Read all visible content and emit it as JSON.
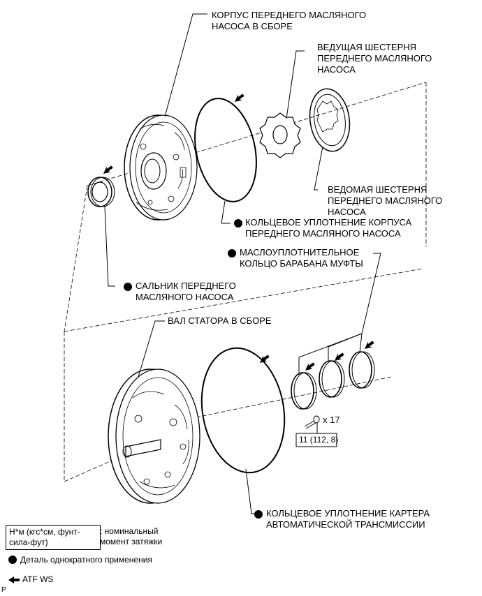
{
  "labels": {
    "front_pump_body": "КОРПУС ПЕРЕДНЕГО МАСЛЯНОГО\nНАСОСА В СБОРЕ",
    "drive_gear": "ВЕДУЩАЯ ШЕСТЕРНЯ\nПЕРЕДНЕГО МАСЛЯНОГО\nНАСОСА",
    "driven_gear": "ВЕДОМАЯ ШЕСТЕРНЯ\nПЕРЕДНЕГО МАСЛЯНОГО\nНАСОСА",
    "body_o_ring": "КОЛЬЦЕВОЕ УПЛОТНЕНИЕ КОРПУСА\nПЕРЕДНЕГО МАСЛЯНОГО НАСОСА",
    "clutch_drum_seal_ring": "МАСЛОУПЛОТНИТЕЛЬНОЕ\nКОЛЬЦО БАРАБАНА МУФТЫ",
    "pump_oil_seal": "САЛЬНИК ПЕРЕДНЕГО\nМАСЛЯНОГО НАСОСА",
    "stator_shaft": "ВАЛ СТАТОРА В СБОРЕ",
    "bolt_count": "x 17",
    "torque": "11 (112, 8)",
    "case_o_ring": "КОЛЬЦЕВОЕ УПЛОТНЕНИЕ КАРТЕРА\nАВТОМАТИЧЕСКОЙ ТРАНСМИССИИ"
  },
  "legend": {
    "unit_box": "Н*м (кгс*см, фунт-\nсила-фут)",
    "unit_desc": ": номинальный\nмомент затяжки",
    "one_time": "Деталь однократного применения",
    "atf": "ATF WS"
  },
  "corner_mark": "P",
  "colors": {
    "ink": "#000000",
    "paper": "#ffffff"
  }
}
